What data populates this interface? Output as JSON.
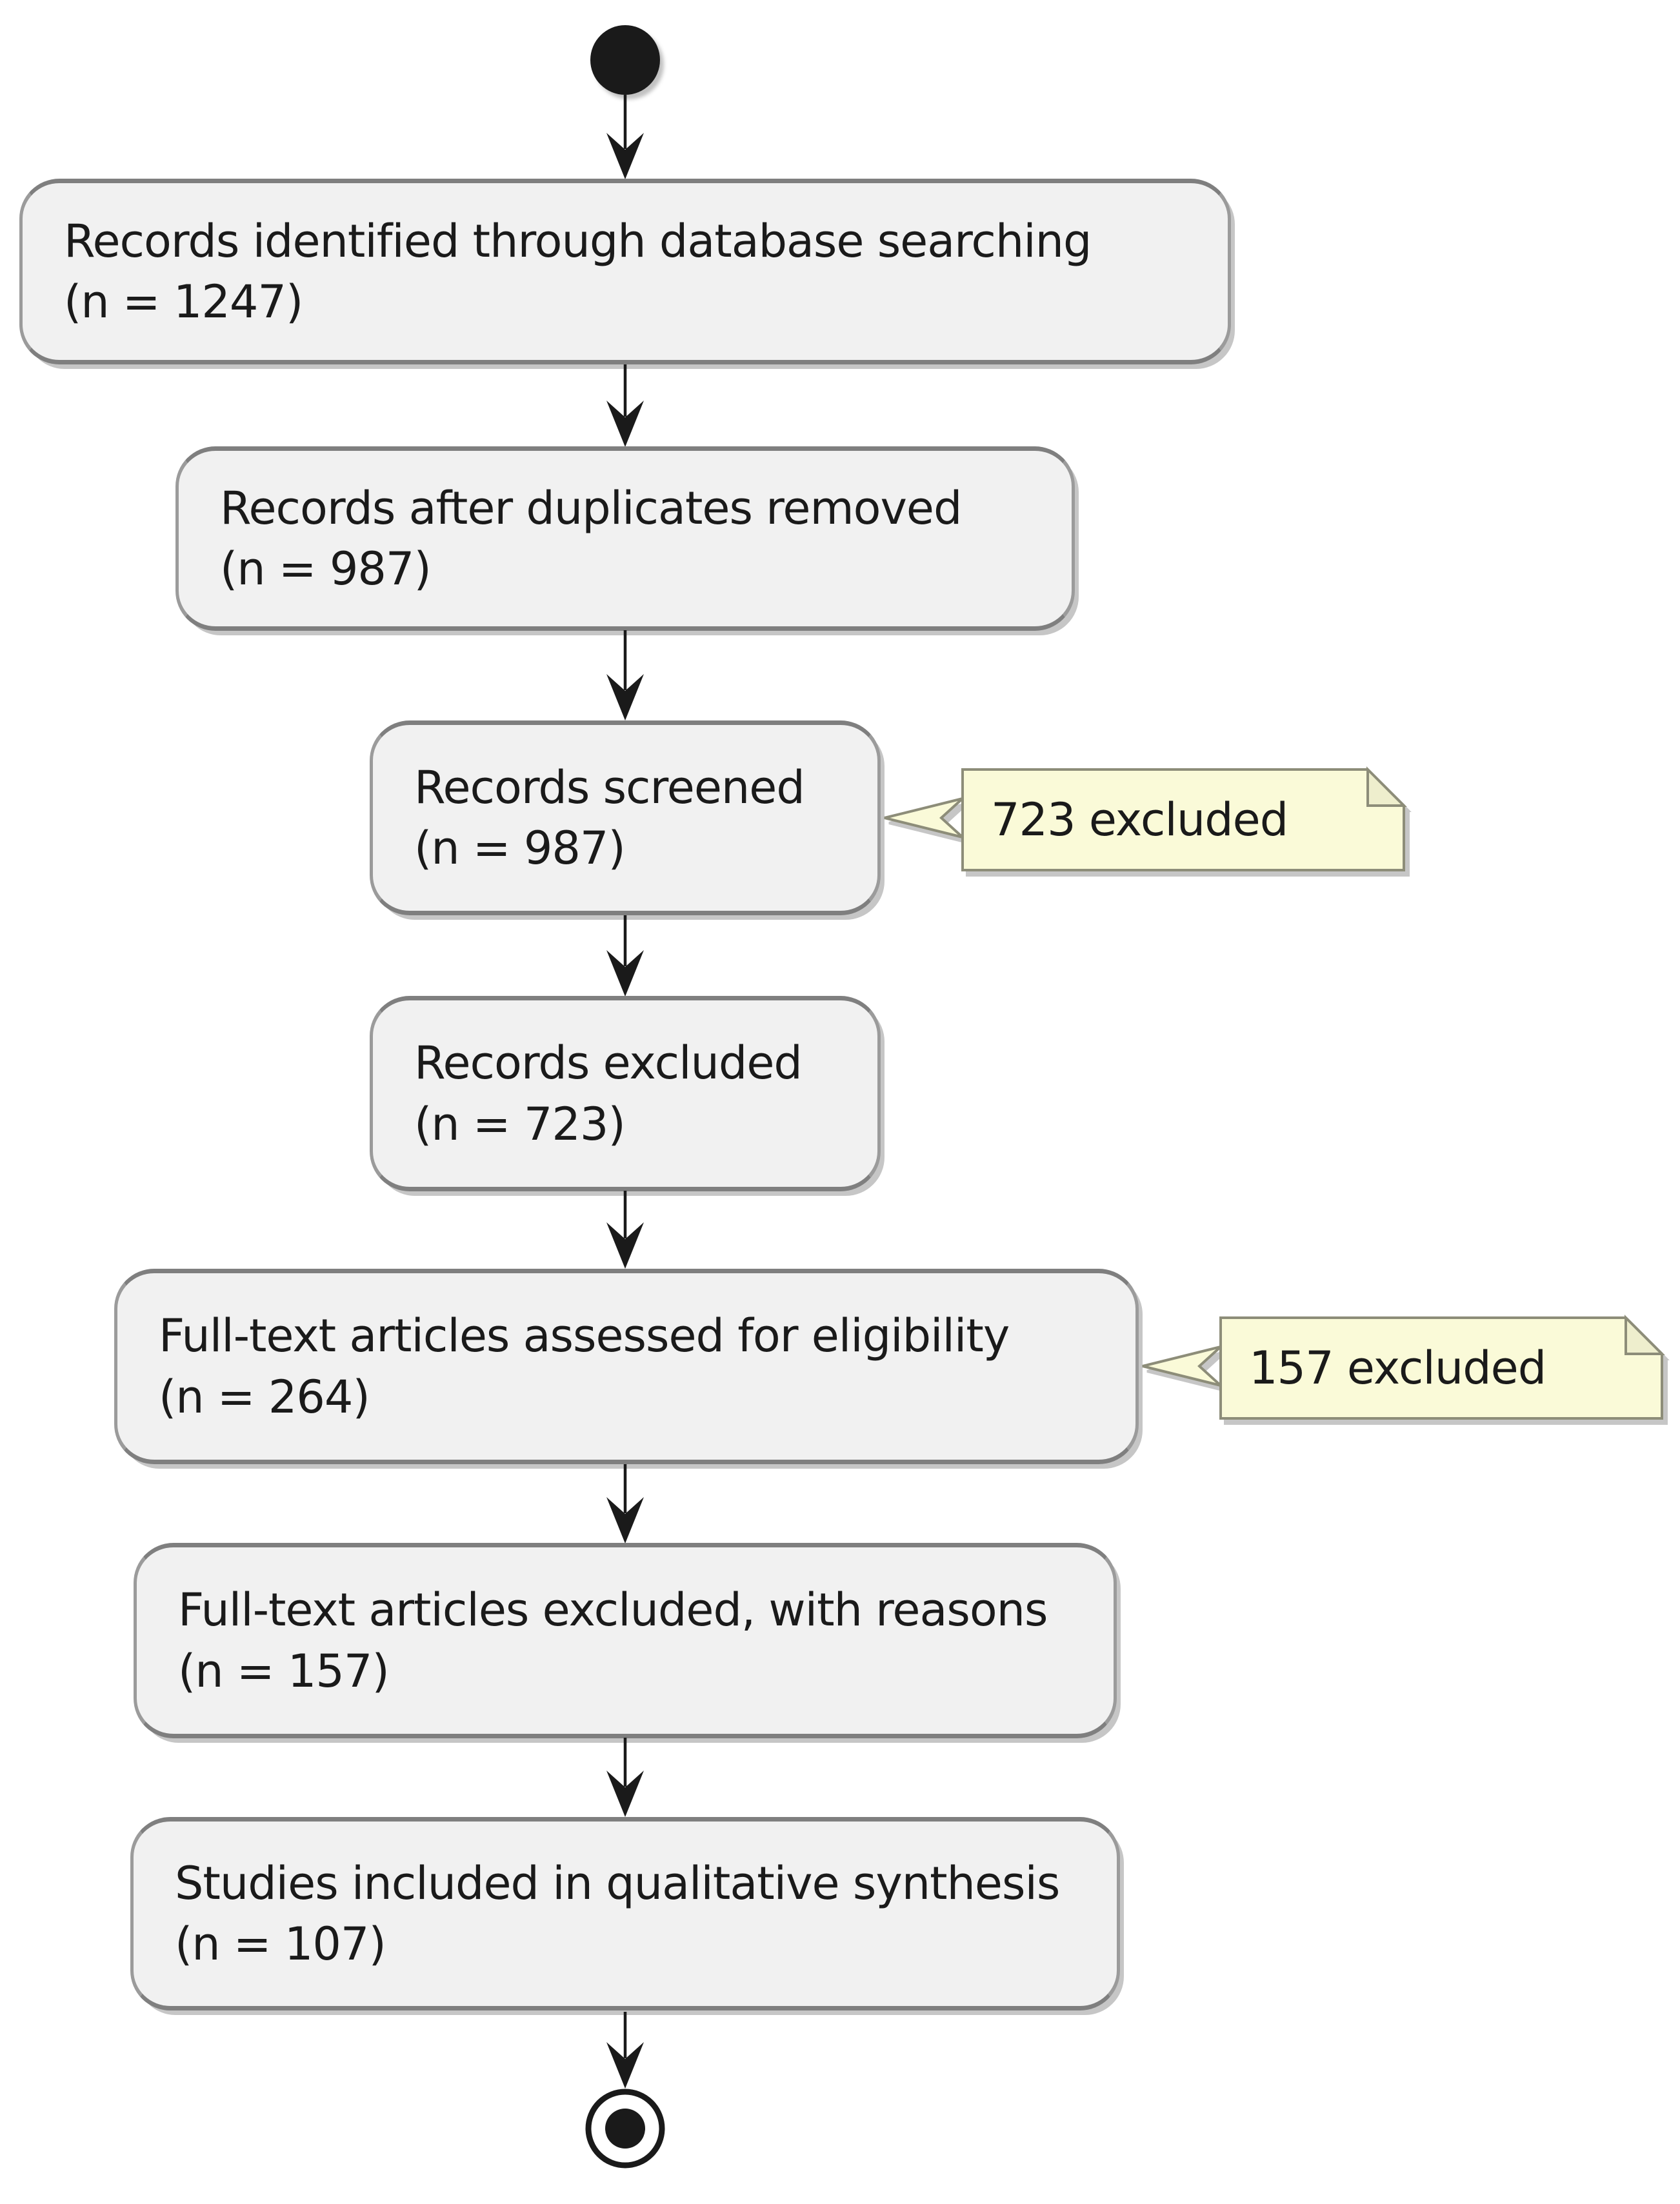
{
  "colors": {
    "background": "#ffffff",
    "node_fill": "#f1f1f1",
    "node_border": "#9b9b9b",
    "node_border_strong": "#7f7f7f",
    "note_fill": "#fafad8",
    "note_border": "#8d8d79",
    "text": "#1a1a1a",
    "arrow": "#1a1a1a",
    "shadow": "#c6c6c6"
  },
  "flow": {
    "steps": [
      {
        "label": "Records identified through database searching",
        "count": "(n = 1247)"
      },
      {
        "label": "Records after duplicates removed",
        "count": "(n = 987)"
      },
      {
        "label": "Records screened",
        "count": "(n = 987)"
      },
      {
        "label": "Records excluded",
        "count": "(n = 723)"
      },
      {
        "label": "Full-text articles assessed for eligibility",
        "count": "(n = 264)"
      },
      {
        "label": "Full-text articles excluded, with reasons",
        "count": "(n = 157)"
      },
      {
        "label": "Studies included in qualitative synthesis",
        "count": "(n = 107)"
      }
    ],
    "notes": [
      {
        "text": "723 excluded",
        "attached_to_step": 2
      },
      {
        "text": "157 excluded",
        "attached_to_step": 4
      }
    ]
  }
}
